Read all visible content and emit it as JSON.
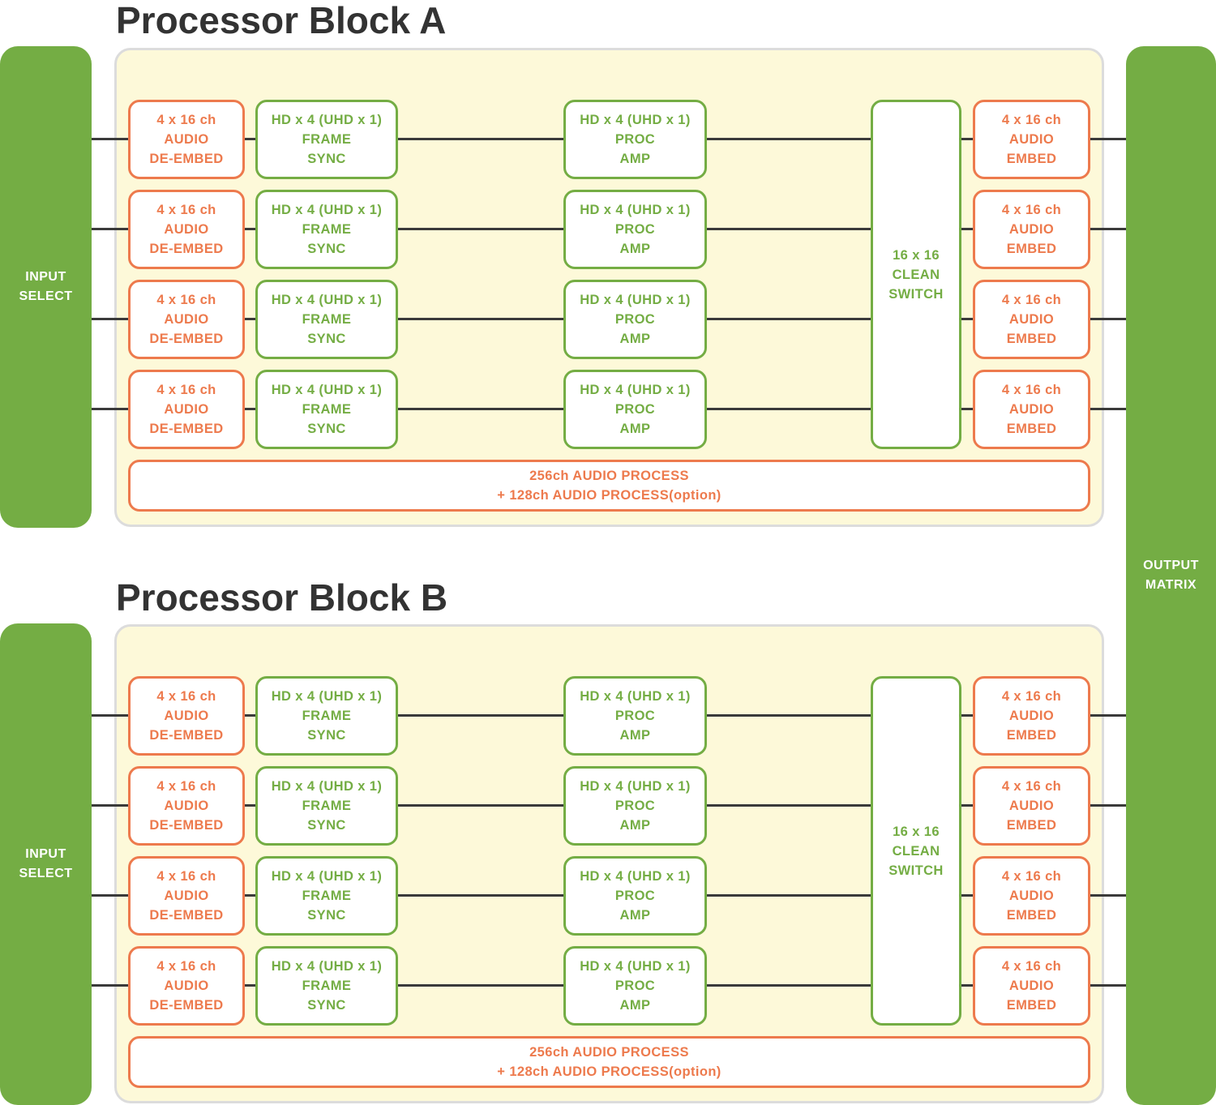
{
  "colors": {
    "green": "#74ad44",
    "orange": "#ed7a4d",
    "panel": "#fdf9d9",
    "line": "#3a3a3a",
    "title": "#333333"
  },
  "output_matrix": {
    "label": "OUTPUT\nMATRIX"
  },
  "blocks": [
    {
      "title": "Processor Block A",
      "input_select": "INPUT\nSELECT",
      "deembed": [
        "4 x 16 ch\nAUDIO\nDE-EMBED",
        "4 x 16 ch\nAUDIO\nDE-EMBED",
        "4 x 16 ch\nAUDIO\nDE-EMBED",
        "4 x 16 ch\nAUDIO\nDE-EMBED"
      ],
      "frame_sync": [
        "HD x 4 (UHD x 1)\nFRAME\nSYNC",
        "HD x 4 (UHD x 1)\nFRAME\nSYNC",
        "HD x 4 (UHD x 1)\nFRAME\nSYNC",
        "HD x 4 (UHD x 1)\nFRAME\nSYNC"
      ],
      "proc_amp": [
        "HD x 4 (UHD x 1)\nPROC\nAMP",
        "HD x 4 (UHD x 1)\nPROC\nAMP",
        "HD x 4 (UHD x 1)\nPROC\nAMP",
        "HD x 4 (UHD x 1)\nPROC\nAMP"
      ],
      "clean_switch": "16 x 16\nCLEAN\nSWITCH",
      "embed": [
        "4 x 16 ch\nAUDIO\nEMBED",
        "4 x 16 ch\nAUDIO\nEMBED",
        "4 x 16 ch\nAUDIO\nEMBED",
        "4 x 16 ch\nAUDIO\nEMBED"
      ],
      "audio_process": "256ch AUDIO PROCESS\n+ 128ch AUDIO PROCESS(option)"
    },
    {
      "title": "Processor Block B",
      "input_select": "INPUT\nSELECT",
      "deembed": [
        "4 x 16 ch\nAUDIO\nDE-EMBED",
        "4 x 16 ch\nAUDIO\nDE-EMBED",
        "4 x 16 ch\nAUDIO\nDE-EMBED",
        "4 x 16 ch\nAUDIO\nDE-EMBED"
      ],
      "frame_sync": [
        "HD x 4 (UHD x 1)\nFRAME\nSYNC",
        "HD x 4 (UHD x 1)\nFRAME\nSYNC",
        "HD x 4 (UHD x 1)\nFRAME\nSYNC",
        "HD x 4 (UHD x 1)\nFRAME\nSYNC"
      ],
      "proc_amp": [
        "HD x 4 (UHD x 1)\nPROC\nAMP",
        "HD x 4 (UHD x 1)\nPROC\nAMP",
        "HD x 4 (UHD x 1)\nPROC\nAMP",
        "HD x 4 (UHD x 1)\nPROC\nAMP"
      ],
      "clean_switch": "16 x 16\nCLEAN\nSWITCH",
      "embed": [
        "4 x 16 ch\nAUDIO\nEMBED",
        "4 x 16 ch\nAUDIO\nEMBED",
        "4 x 16 ch\nAUDIO\nEMBED",
        "4 x 16 ch\nAUDIO\nEMBED"
      ],
      "audio_process": "256ch AUDIO PROCESS\n+ 128ch AUDIO PROCESS(option)"
    }
  ]
}
